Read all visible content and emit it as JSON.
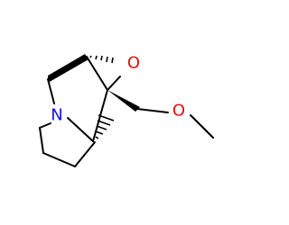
{
  "molecule": {
    "atoms": {
      "nitrogen": {
        "symbol": "N",
        "color": "#1010e0"
      },
      "epoxide_oxygen": {
        "symbol": "O",
        "color": "#e01010"
      },
      "ether_oxygen": {
        "symbol": "O",
        "color": "#e01010"
      }
    }
  }
}
